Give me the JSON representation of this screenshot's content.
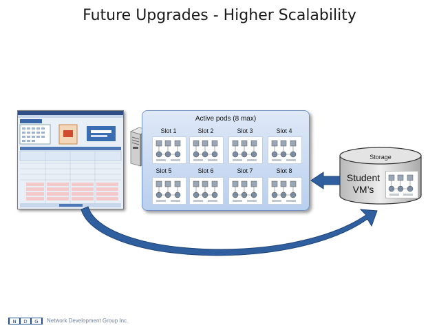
{
  "title": "Future Upgrades - Higher Scalability",
  "pods": {
    "title": "Active pods (8 max)",
    "slots": [
      "Slot 1",
      "Slot 2",
      "Slot 3",
      "Slot 4",
      "Slot 5",
      "Slot 6",
      "Slot 7",
      "Slot 8"
    ]
  },
  "storage": {
    "label": "Storage",
    "student_line1": "Student",
    "student_line2": "VM’s"
  },
  "footer": {
    "logo_text": "NDG",
    "text": "Network Development Group Inc."
  },
  "colors": {
    "arrow": "#2f5f9e",
    "pods_border": "#6f93c5",
    "logo_blue": "#1f4f95"
  }
}
